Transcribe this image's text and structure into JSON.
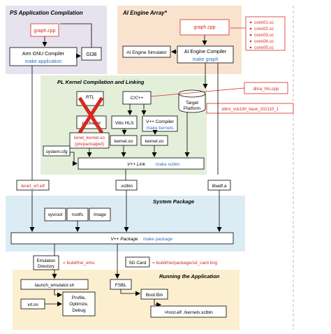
{
  "sections": {
    "ps": "PS Application Compilation",
    "aie": "AI Engine Array*",
    "pl": "PL Kernel Compilation and Linking",
    "system": "System Package",
    "running": "Running the Application"
  },
  "ps": {
    "graph_file": "graph.cpp",
    "compiler": "Arm GNU Compiler",
    "compiler_cmd": "make application",
    "gdb": "GDB"
  },
  "aie": {
    "graph_file": "graph.cpp",
    "simulator": "AI Engine Simulator",
    "compiler": "AI Engine Compiler",
    "compiler_cmd": "make graph",
    "cores": [
      "core01.cc",
      "core02.cc",
      "core03.cc",
      "core04.cc",
      "core05.cc"
    ]
  },
  "pl": {
    "rtl": "RTL",
    "packager": "packager",
    "cpp": "C/C++",
    "vitis_hls": "Vitis HLS",
    "vpp_compiler": "V++ Compiler",
    "vpp_compiler_cmd": "make kernels",
    "kernel_xo_1": "kernel.xo",
    "kernel_xo_2": "kernel.xo",
    "lenet_xo": "lenet_kernel.xo",
    "lenet_prepackaged": "(prepackaged)",
    "system_cfg": "system.cfg",
    "target_platform_1": "Target",
    "target_platform_2": "Platform",
    "vpp_link": "V++ Link",
    "vpp_link_cmd": "make xclbin",
    "dma_file": "dma_hls.cpp",
    "platform_name": "xilinx_vck190_base_202110_1"
  },
  "artifacts": {
    "elf": "lenet_xrt.elf",
    "xclbin": ".xclbin",
    "libadf": "libadf.a"
  },
  "system": {
    "sysroot": "sysroot",
    "rootfs": "rootfs",
    "image": "Image",
    "vpp_package": "V++ Package",
    "vpp_package_cmd": "make package"
  },
  "running": {
    "emu_dir_1": "Emulation",
    "emu_dir_2": "Directory",
    "emu_path": "= build/hw_emu",
    "sd_card": "SD Card",
    "sd_path": "= build/hw/package/sd_card.img",
    "launch": "launch_emulator.sh",
    "xrt_ini": "xrt.ini",
    "profile_1": "Profile,",
    "profile_2": "Optimize,",
    "profile_3": "Debug",
    "fsbl": "FSBL",
    "boot_bin": "Boot.Bin",
    "host_cmd": ">host.elf ./kernels.xclbin"
  },
  "colors": {
    "ps_bg": "#e7e3ee",
    "aie_bg": "#f9e3cf",
    "pl_bg": "#e3efd9",
    "system_bg": "#dcecf5",
    "running_bg": "#fbefcf",
    "red": "#d42a20",
    "blue": "#2f6fc4"
  }
}
